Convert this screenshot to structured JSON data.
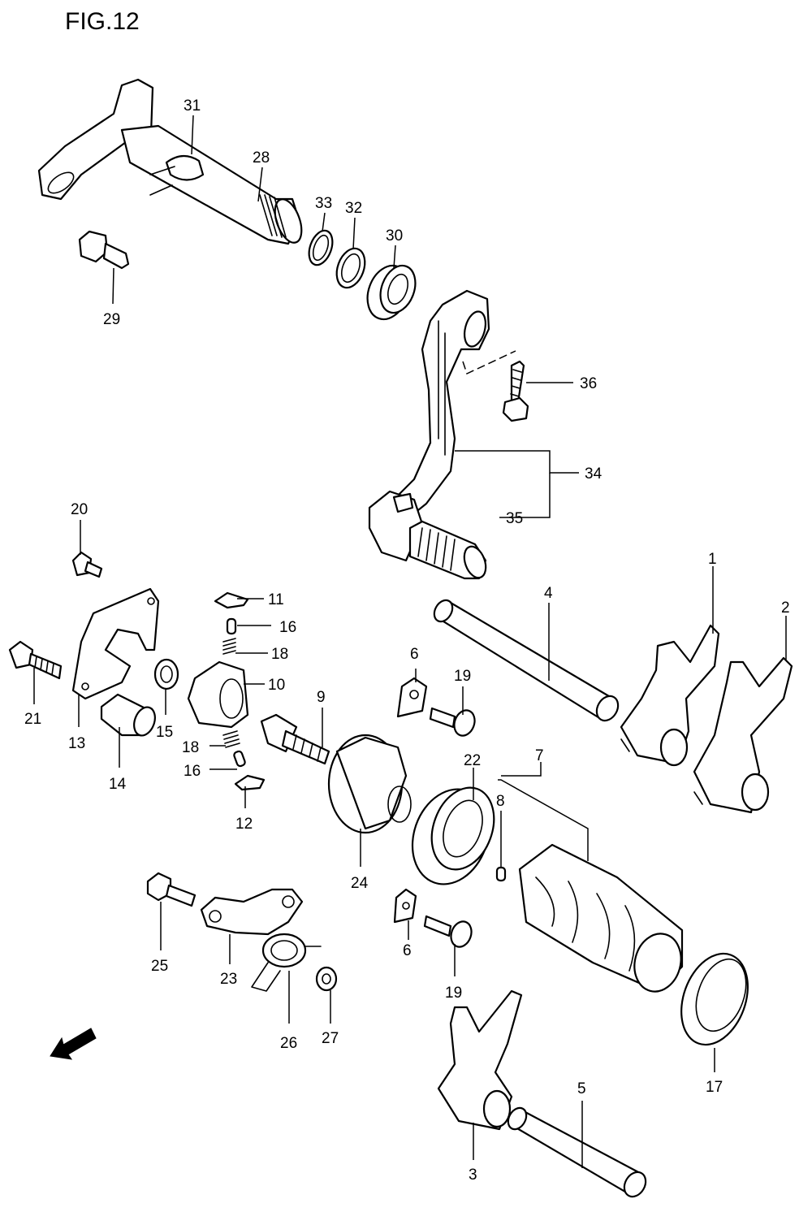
{
  "figure": {
    "title": "FIG.12",
    "fwd_label": "FWD"
  },
  "callouts": {
    "p1": "1",
    "p2": "2",
    "p3": "3",
    "p4": "4",
    "p5": "5",
    "p6a": "6",
    "p6b": "6",
    "p7": "7",
    "p8": "8",
    "p9": "9",
    "p10": "10",
    "p11": "11",
    "p12": "12",
    "p13": "13",
    "p14": "14",
    "p15": "15",
    "p16a": "16",
    "p16b": "16",
    "p17": "17",
    "p18a": "18",
    "p18b": "18",
    "p19a": "19",
    "p19b": "19",
    "p20": "20",
    "p21": "21",
    "p22": "22",
    "p23": "23",
    "p24": "24",
    "p25": "25",
    "p26": "26",
    "p27": "27",
    "p28": "28",
    "p29": "29",
    "p30": "30",
    "p31": "31",
    "p32": "32",
    "p33": "33",
    "p34": "34",
    "p35": "35",
    "p36": "36"
  }
}
